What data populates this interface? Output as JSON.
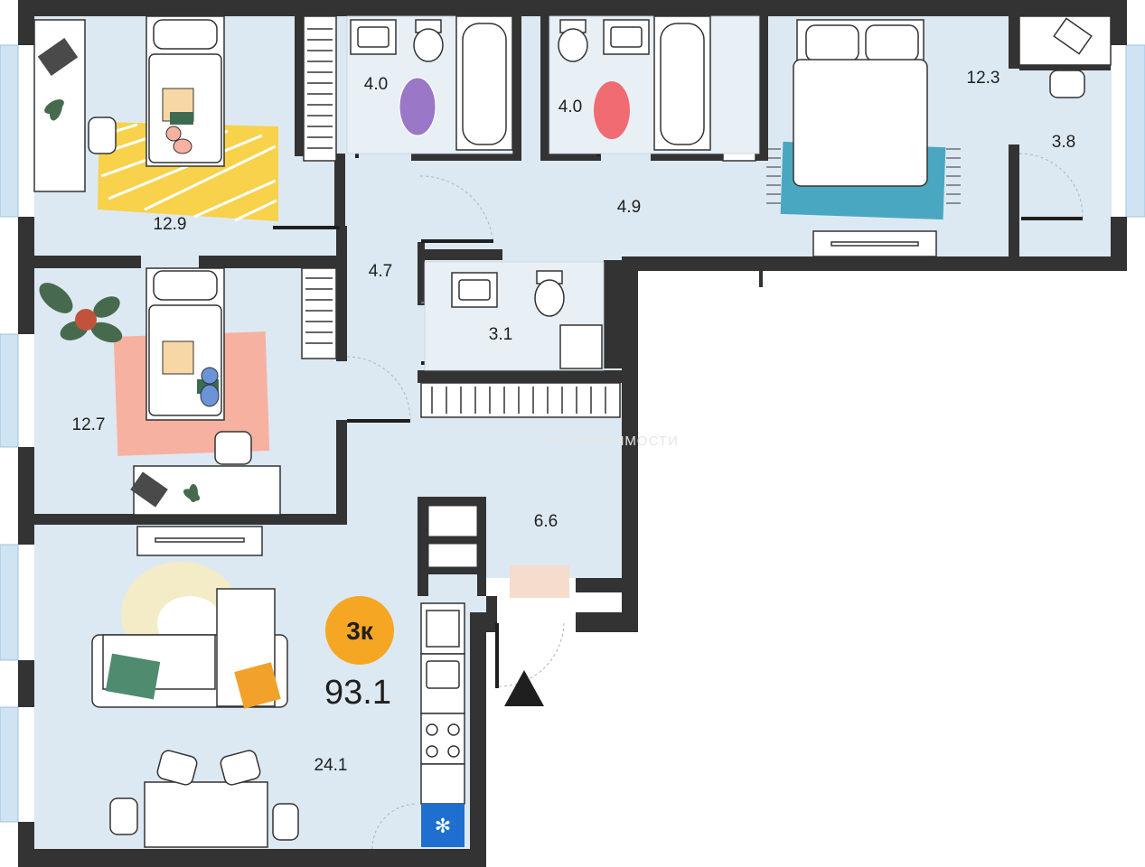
{
  "plan": {
    "room_count_badge": "3к",
    "total_area": "93.1",
    "watermark": "НЕДВИЖИМОСТИ",
    "colors": {
      "wall": "#333333",
      "floor": "#dde9f2",
      "window": "#cfe3f3",
      "badge": "#f5a623",
      "rug_yellow": "#f7d24a",
      "rug_pink": "#f7b1a1",
      "rug_teal": "#4aa7c2",
      "mat_purple": "#9b77c7",
      "mat_red": "#f06c72",
      "plant": "#476a4e",
      "pillow_green": "#4f8b6e",
      "pillow_orange": "#f2a12a",
      "fridge": "#1f6fd1"
    },
    "rooms": [
      {
        "id": "bedroom-1",
        "area": "12.9"
      },
      {
        "id": "bathroom-1",
        "area": "4.0"
      },
      {
        "id": "bathroom-2",
        "area": "4.0"
      },
      {
        "id": "master-bedroom",
        "area": "12.3"
      },
      {
        "id": "closet",
        "area": "3.8"
      },
      {
        "id": "corridor-upper",
        "area": "4.9"
      },
      {
        "id": "corridor-left",
        "area": "4.7"
      },
      {
        "id": "toilet",
        "area": "3.1"
      },
      {
        "id": "bedroom-2",
        "area": "12.7"
      },
      {
        "id": "hallway",
        "area": "6.6"
      },
      {
        "id": "living-kitchen",
        "area": "24.1"
      }
    ]
  }
}
